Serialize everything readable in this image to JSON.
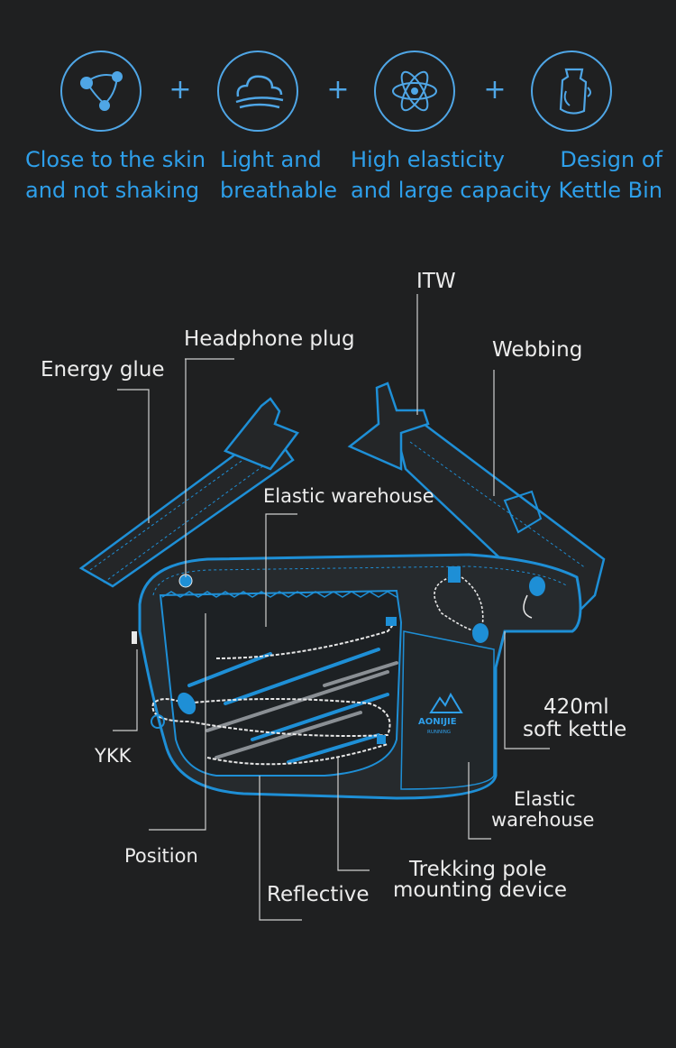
{
  "features": [
    {
      "icon": "molecule-icon",
      "line1": "Close to the skin",
      "line2": "and not shaking"
    },
    {
      "icon": "cloud-wind-icon",
      "line1": "Light and",
      "line2": "breathable"
    },
    {
      "icon": "atom-icon",
      "line1": "High elasticity",
      "line2": "and large capacity"
    },
    {
      "icon": "kettle-bottle-icon",
      "line1": "Design of",
      "line2": "Kettle Bin"
    }
  ],
  "plus_symbol": "+",
  "callouts": {
    "itw": "ITW",
    "headphone_plug": "Headphone plug",
    "webbing": "Webbing",
    "energy_glue": "Energy glue",
    "elastic_warehouse_top": "Elastic warehouse",
    "soft_kettle_line1": "420ml",
    "soft_kettle_line2": "soft kettle",
    "ykk": "YKK",
    "elastic_warehouse_side_line1": "Elastic",
    "elastic_warehouse_side_line2": "warehouse",
    "position": "Position",
    "trekking_line1": "Trekking pole",
    "trekking_line2": "mounting device",
    "reflective": "Reflective"
  },
  "brand": {
    "name": "AONIJIE",
    "tagline": "RUNNING"
  },
  "colors": {
    "accent": "#2e9fea",
    "outline": "#1e8fd6",
    "background": "#1f2021",
    "text": "#ececec"
  }
}
